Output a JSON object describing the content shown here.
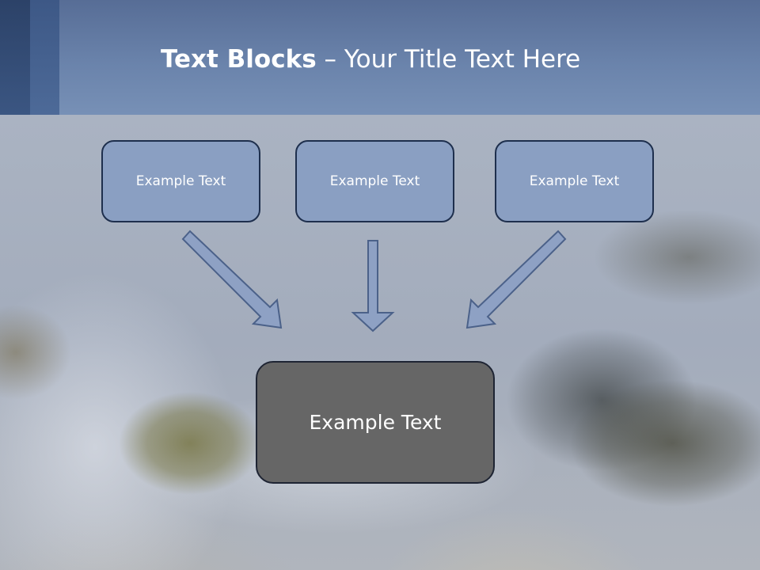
{
  "slide": {
    "title_bold": "Text Blocks",
    "title_rest": " – Your Title Text Here"
  },
  "diagram": {
    "top_boxes": [
      {
        "label": "Example Text"
      },
      {
        "label": "Example Text"
      },
      {
        "label": "Example Text"
      }
    ],
    "center_box": {
      "label": "Example Text"
    },
    "arrows": [
      {
        "from": "top_boxes.0",
        "to": "center_box"
      },
      {
        "from": "top_boxes.1",
        "to": "center_box"
      },
      {
        "from": "top_boxes.2",
        "to": "center_box"
      }
    ]
  },
  "colors": {
    "title_bar": "#6a83ab",
    "accent_dark": "#2c4268",
    "top_box_fill": "#8a9fc2",
    "top_box_border": "#1e2f4d",
    "center_box_fill": "#666666",
    "arrow_fill": "#8ea1c4",
    "text": "#ffffff"
  }
}
